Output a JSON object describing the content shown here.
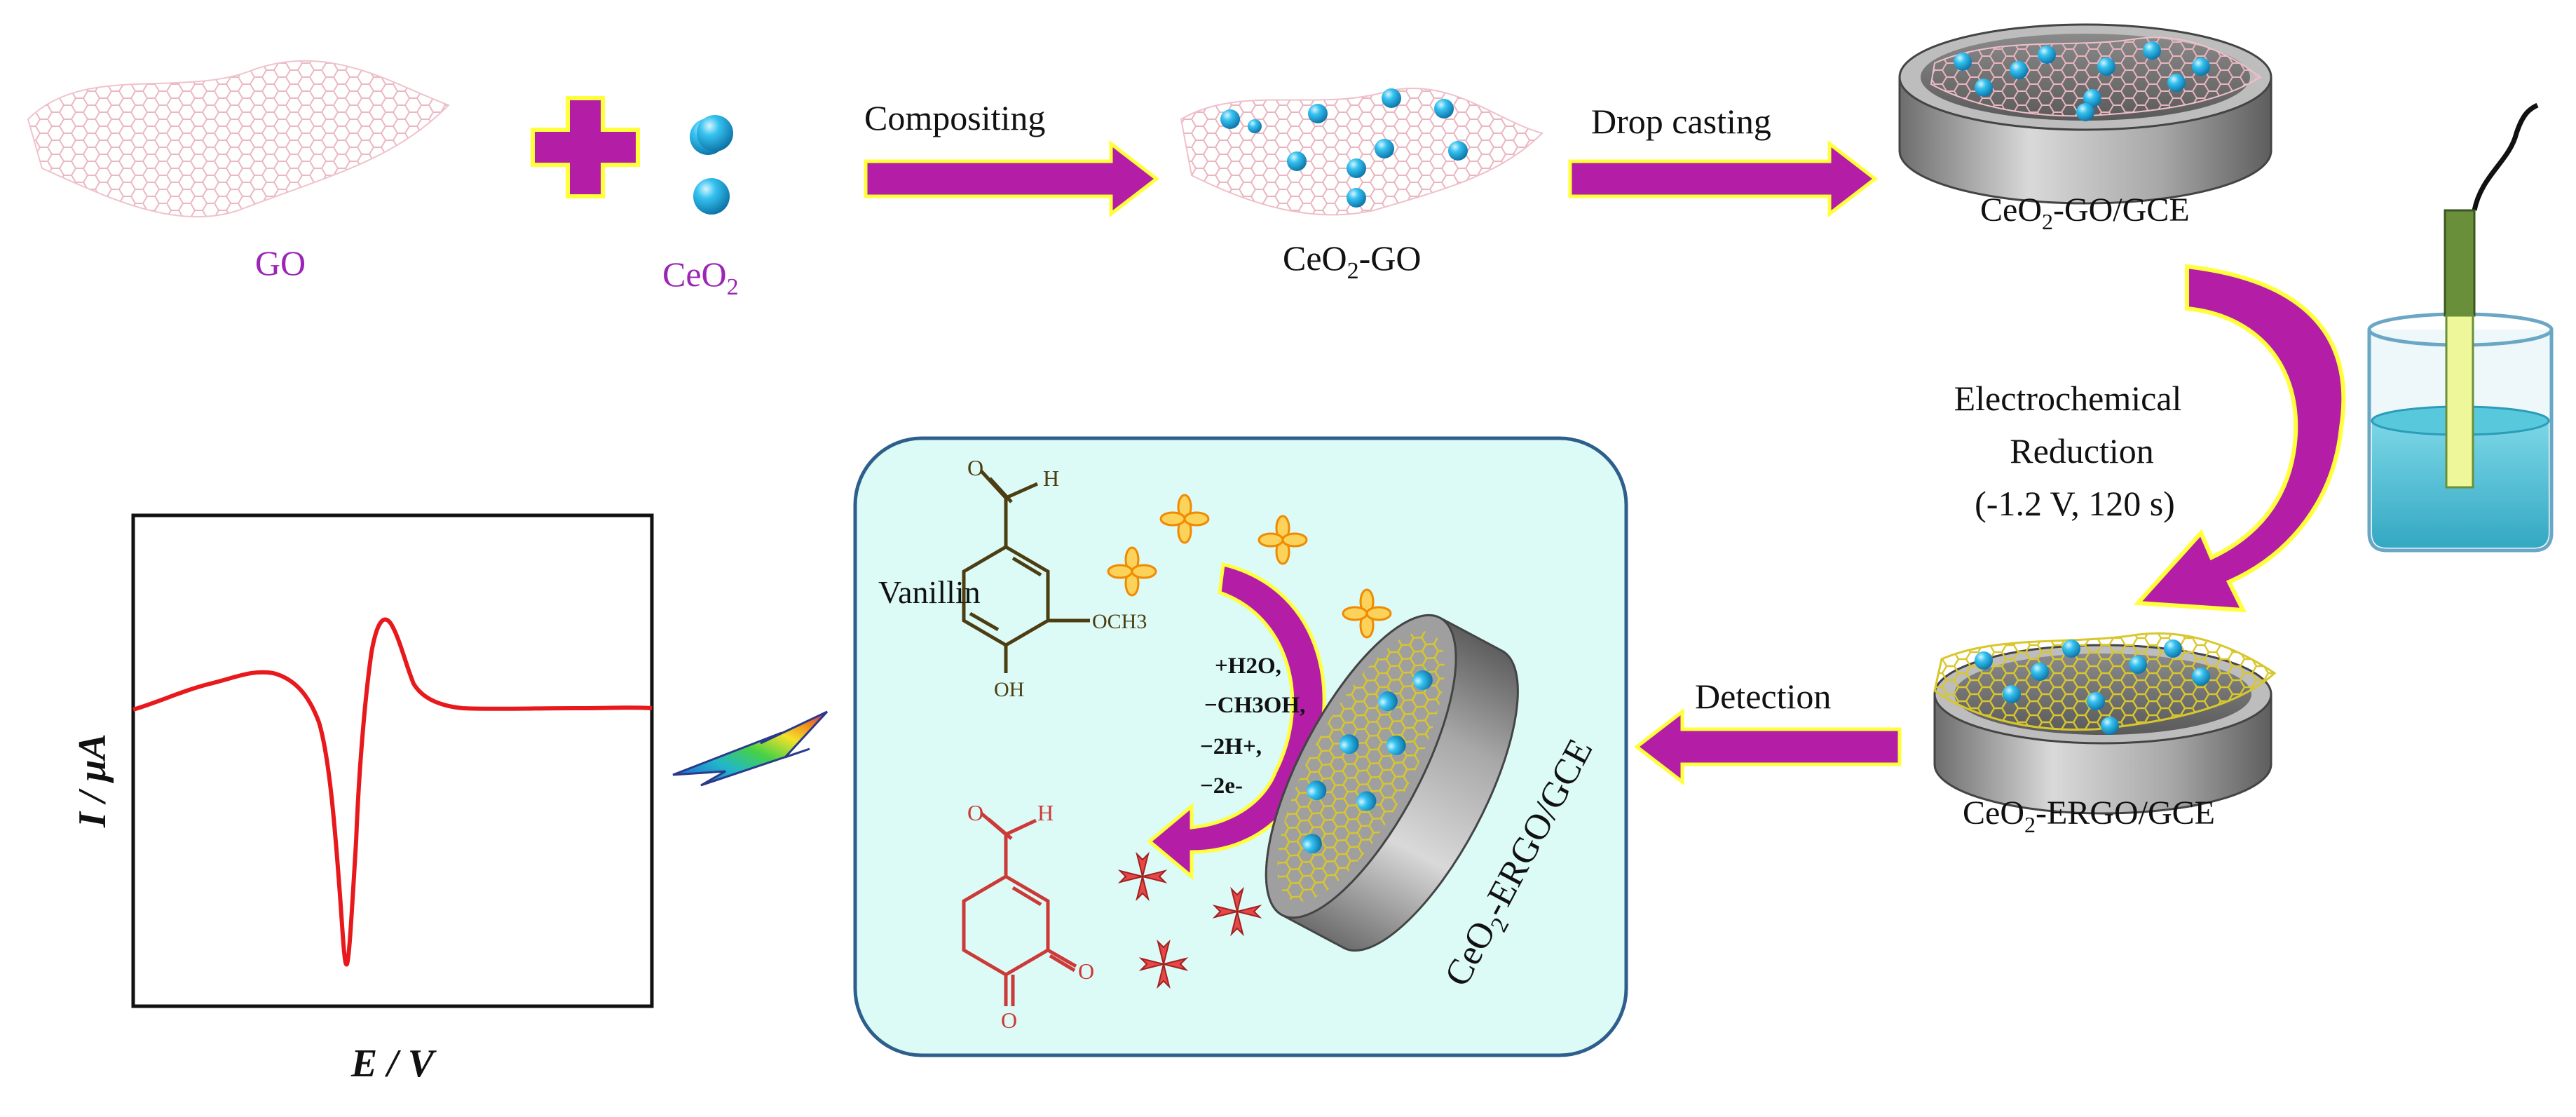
{
  "labels": {
    "go": "GO",
    "ceo2": {
      "base": "CeO",
      "sub": "2"
    },
    "compositing": "Compositing",
    "ceo2_go": {
      "base": "CeO",
      "sub": "2",
      "rest": "-GO"
    },
    "drop_casting": "Drop casting",
    "ceo2_go_gce": {
      "base": "CeO",
      "sub": "2",
      "rest": "-GO/GCE"
    },
    "reduction": {
      "line1": "Electrochemical",
      "line2": "Reduction",
      "line3": "(-1.2 V, 120 s)"
    },
    "detection": "Detection",
    "ceo2_ergo_gce": {
      "base": "CeO",
      "sub": "2",
      "rest": "-ERGO/GCE"
    },
    "vanillin": "Vanillin",
    "och3": "OCH3",
    "oh": "OH",
    "aldehyde_h": "H",
    "carbonyl_o": "O",
    "reaction": {
      "l1": "+H2O,",
      "l2": "−CH3OH,",
      "l3": "−2H+,",
      "l4": "−2e-"
    },
    "electrode_label": {
      "base": "CeO",
      "sub": "2",
      "rest": "-ERGO/GCE"
    },
    "y_axis": "I / μA",
    "x_axis": "E / V"
  },
  "colors": {
    "arrow_fill": "#b41ea6",
    "arrow_edge": "#ffff3c",
    "label_purple": "#9b26b6",
    "particle": "#1fb3e6",
    "graphene_pink": "#f0c4cc",
    "graphene_yellow": "#e8dc3a",
    "panel_fill": "#dcfaf6",
    "panel_border": "#2e5f8c",
    "curve": "#e8191c",
    "vanillin_struct": "#4d3e12",
    "product_struct": "#cc3a38",
    "reactant_flower": "#f5a623",
    "product_flower": "#e04a4a"
  },
  "icons": [
    "plus-icon",
    "lightning-icon",
    "beaker-icon",
    "electrode-icon"
  ]
}
